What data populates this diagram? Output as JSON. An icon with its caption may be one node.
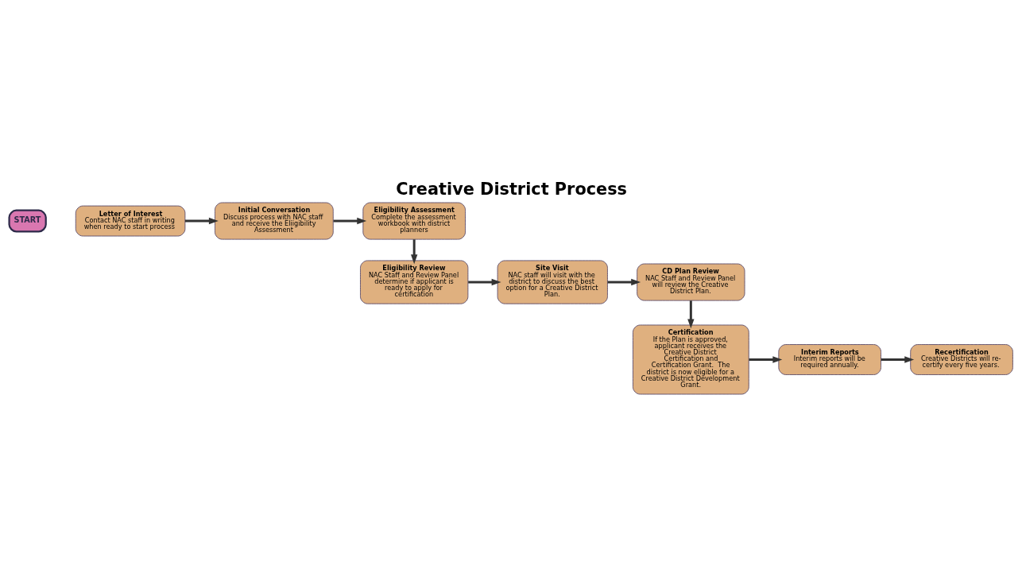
{
  "diagram": {
    "title": "Creative District Process",
    "nodes": [
      {
        "text": [
          "START"
        ]
      },
      {
        "text": [
          "Letter of Interest",
          "Contact NAC staff in writing when ready to start process"
        ]
      },
      {
        "text": [
          "Initial Conversation",
          "Discuss process with NAC staff and receive the Eliigibility Assessment"
        ]
      },
      {
        "text": [
          "Eligibility Assessment",
          "Complete the assessment workbook with district planners"
        ]
      },
      {
        "text": [
          "Eligibility Review",
          "NAC Staff and Review Panel determine if applicant is ready to apply for certification"
        ]
      },
      {
        "text": [
          "Site Visit",
          "NAC staff will visit with the district to discuss the best option for a Creative District Plan."
        ]
      },
      {
        "text": [
          "CD Plan Review",
          "NAC Staff and Review Panel will review the Creative District Plan."
        ]
      },
      {
        "text": [
          "Certification",
          "If the Plan is approved,  applicant receives the Creative District Certification and Certification Grant.  The district is now eligible for a Creative District Development Grant."
        ]
      },
      {
        "text": [
          "Interim Reports",
          "Interim reports will be required annually."
        ]
      },
      {
        "text": [
          "Recertification",
          "Creative Districts will re-certify every five years."
        ]
      }
    ],
    "edges": [
      {
        "from": 1,
        "to": 2,
        "arrow": "to"
      },
      {
        "from": 2,
        "to": 3,
        "arrow": "to"
      },
      {
        "from": 3,
        "to": 4,
        "arrow": "to"
      },
      {
        "from": 4,
        "to": 5,
        "arrow": "to"
      },
      {
        "from": 5,
        "to": 6,
        "arrow": "to"
      },
      {
        "from": 6,
        "to": 7,
        "arrow": "to"
      },
      {
        "from": 7,
        "to": 8,
        "arrow": "to"
      },
      {
        "from": 8,
        "to": 9,
        "arrow": "to"
      }
    ]
  }
}
